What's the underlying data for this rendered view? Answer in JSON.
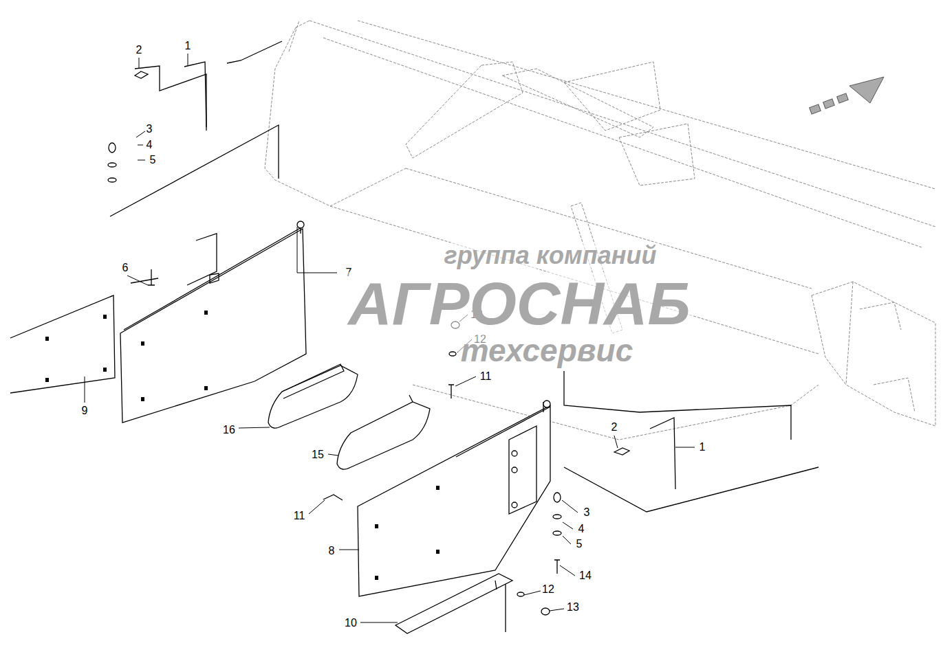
{
  "diagram": {
    "labels": [
      "2",
      "1",
      "3",
      "4",
      "5",
      "6",
      "7",
      "9",
      "16",
      "15",
      "13",
      "12",
      "11",
      "8",
      "10",
      "2",
      "1",
      "3",
      "4",
      "5",
      "14",
      "11",
      "12",
      "13",
      "группа компаний",
      "АГРОСНАБ",
      "техсервис"
    ]
  }
}
